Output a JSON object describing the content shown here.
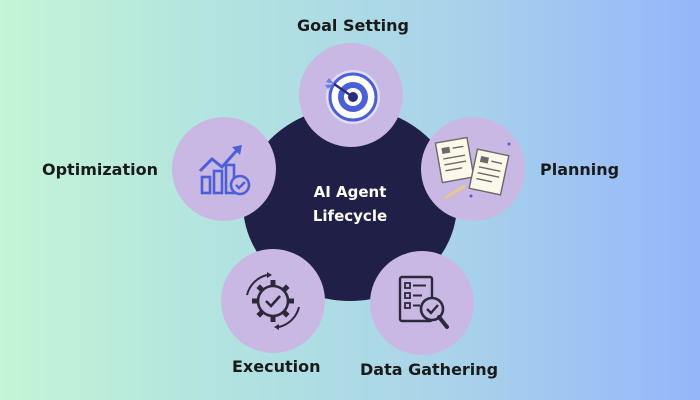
{
  "diagram": {
    "center_label": "AI Agent Lifecycle",
    "stages": [
      {
        "label": "Goal Setting",
        "icon": "target-icon"
      },
      {
        "label": "Planning",
        "icon": "documents-icon"
      },
      {
        "label": "Data Gathering",
        "icon": "checklist-search-icon"
      },
      {
        "label": "Execution",
        "icon": "gear-check-icon"
      },
      {
        "label": "Optimization",
        "icon": "growth-chart-icon"
      }
    ],
    "colors": {
      "center": "#1f1f47",
      "node": "#c9b8e4",
      "icon_accent": "#4b5fd6",
      "icon_dark": "#2a2a3a"
    }
  }
}
